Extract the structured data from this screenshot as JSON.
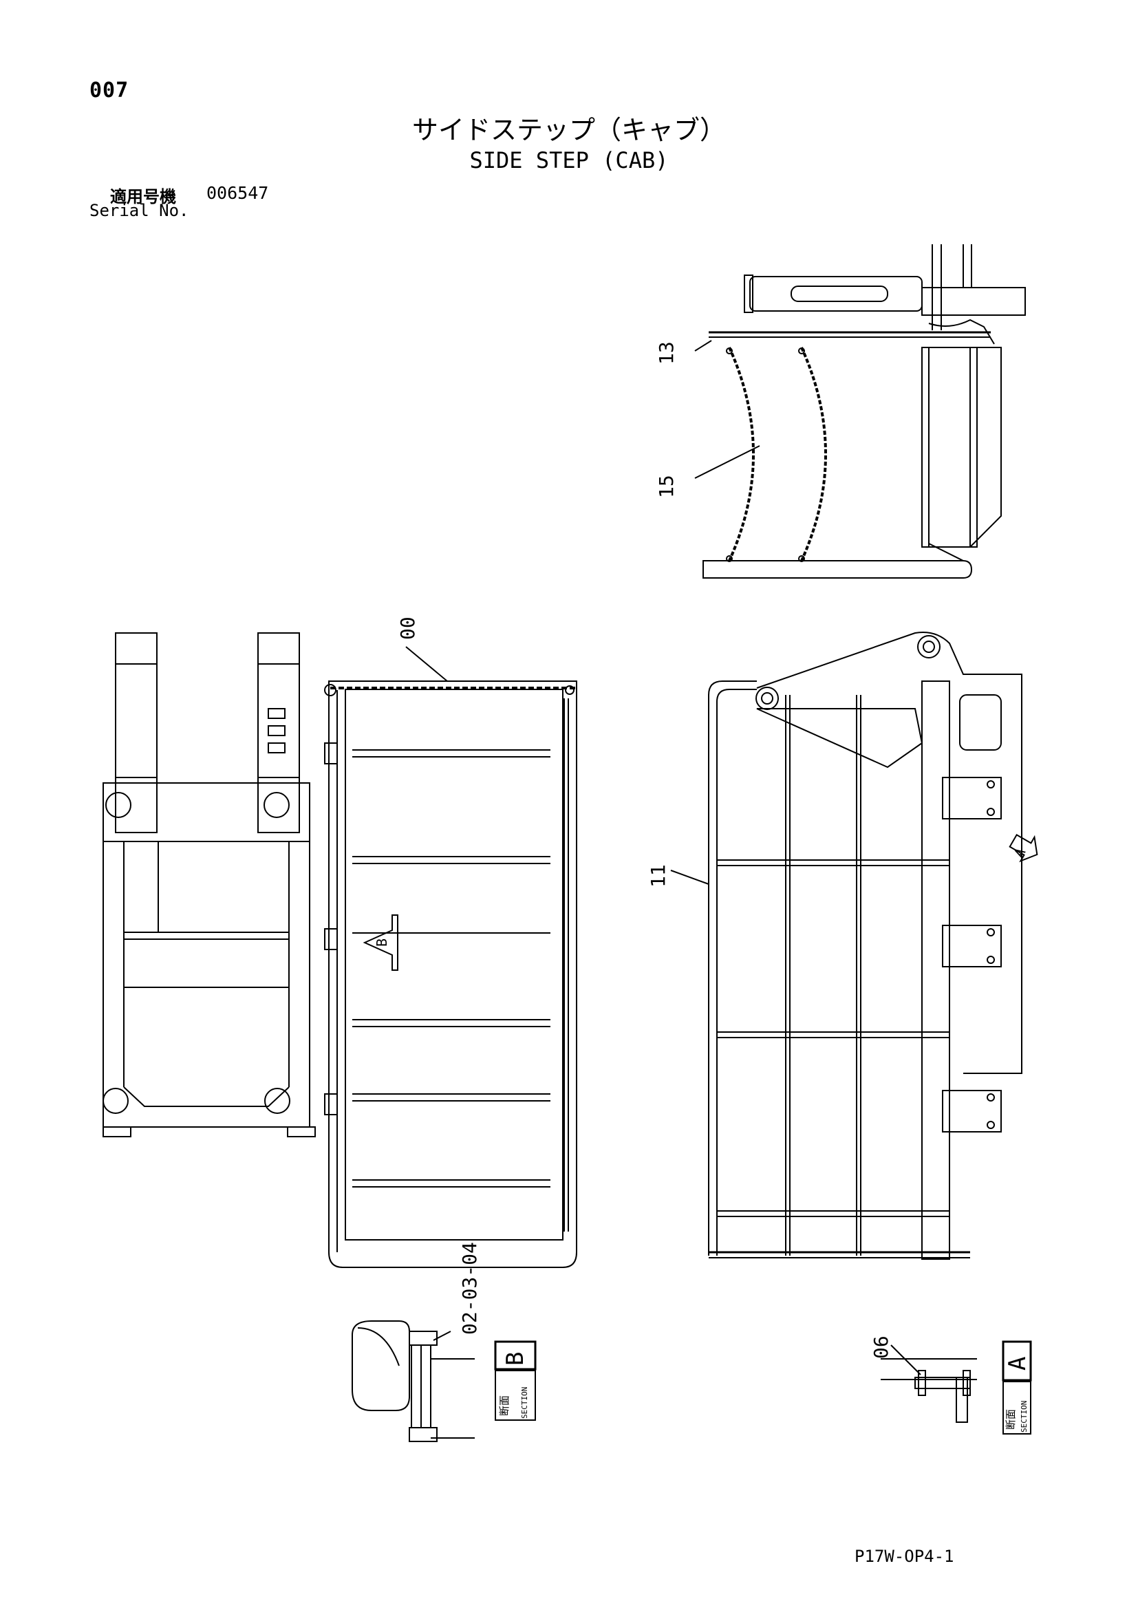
{
  "header": {
    "page_number": "007",
    "title_jp": "サイドステップ（キャブ）",
    "title_en": "SIDE STEP (CAB)",
    "serial_label_jp": "適用号機",
    "serial_value": "006547",
    "serial_label_en": "Serial No."
  },
  "callouts": {
    "p13": "13",
    "p15": "15",
    "p00": "00",
    "p11": "11",
    "p02_03_04": "02-03-04",
    "p06": "06"
  },
  "view_arrows": {
    "a": "A",
    "b": "B"
  },
  "sections": {
    "b": {
      "letter": "B",
      "kanji": "断面",
      "word": "SECTION"
    },
    "a": {
      "letter": "A",
      "kanji": "断面",
      "word": "SECTION"
    }
  },
  "footer": {
    "doc_code": "P17W-OP4-1"
  }
}
